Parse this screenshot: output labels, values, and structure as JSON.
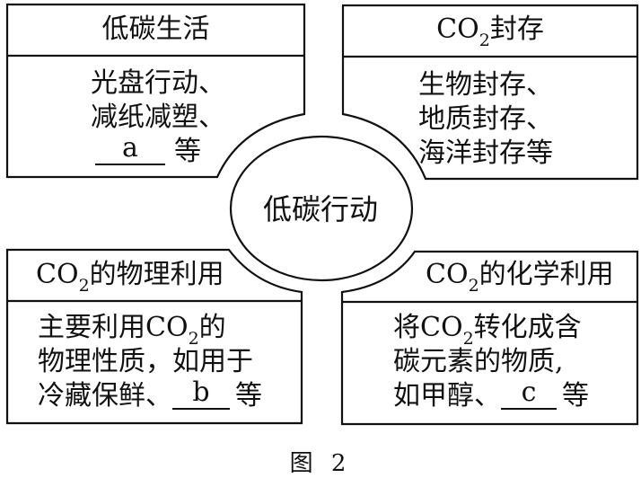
{
  "diagram": {
    "center": {
      "label": "低碳行动"
    },
    "boxes": {
      "top_left": {
        "title": "低碳生活",
        "lines": [
          "光盘行动、",
          "减纸减塑、"
        ],
        "last_line_blank": "a",
        "last_line_suffix": "等"
      },
      "top_right": {
        "title_prefix": "CO",
        "title_sub": "2",
        "title_suffix": "封存",
        "lines": [
          "生物封存、",
          "地质封存、",
          "海洋封存等"
        ]
      },
      "bottom_left": {
        "title_prefix": "CO",
        "title_sub": "2",
        "title_suffix": "的物理利用",
        "line1_prefix": "主要利用CO",
        "line1_sub": "2",
        "line1_suffix": "的",
        "line2": "物理性质，如用于",
        "line3_prefix": "冷藏保鲜、",
        "line3_blank": "b",
        "line3_suffix": "等"
      },
      "bottom_right": {
        "title_prefix": "CO",
        "title_sub": "2",
        "title_suffix": "的化学利用",
        "line1_prefix": "将CO",
        "line1_sub": "2",
        "line1_suffix": "转化成含",
        "line2": "碳元素的物质,",
        "line3_prefix": "如甲醇、",
        "line3_blank": "c",
        "line3_suffix": "等"
      }
    },
    "caption": "图 2"
  }
}
